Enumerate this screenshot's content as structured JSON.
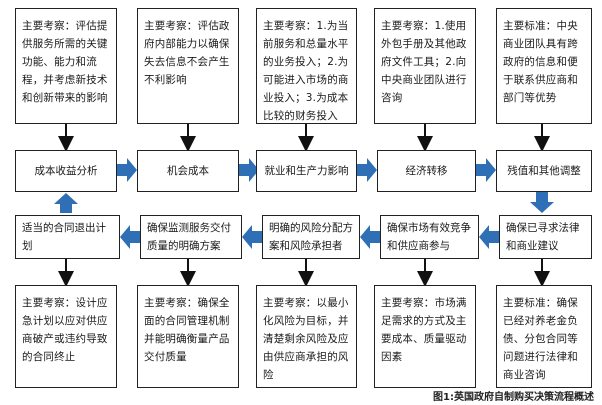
{
  "colors": {
    "arrow_blue": "#2f6fb5",
    "arrow_black": "#111111"
  },
  "top_descriptions": [
    "主要考察：评估提供服务所需的关键功能、能力和流程，并考虑新技术和创新带来的影响",
    "主要考察：评估政府内部能力以确保失去信息不会产生不利影响",
    "主要考察：1.为当前服务和总量水平的业务投入；2.为可能进入市场的商业投入；3.为成本比较的财务投入",
    "主要考察：1.使用外包手册及其他政府文件工具；2.向中央商业团队进行咨询",
    "主要标准：中央商业团队具有跨政府的信息和便于联系供应商和部门等优势"
  ],
  "process_row": [
    "成本收益分析",
    "机会成本",
    "就业和生产力影响",
    "经济转移",
    "残值和其他调整"
  ],
  "return_row": [
    "适当的合同退出计划",
    "确保监测服务交付质量的明确方案",
    "明确的风险分配方案和风险承担者",
    "确保市场有效竞争和供应商参与",
    "确保已寻求法律和商业建议"
  ],
  "bottom_descriptions": [
    "主要考察：设计应急计划以应对供应商破产或违约导致的合同终止",
    "主要考察：确保全面的合同管理机制并能明确衡量产品交付质量",
    "主要考察：以最小化风险为目标，并清楚剩余风险及应由供应商承担的风险",
    "主要考察：市场满足需求的方式及主要成本、质量驱动因素",
    "主要标准：确保已经对养老金负债、分包合同等问题进行法律和商业咨询"
  ],
  "caption": "图1:英国政府自制购买决策流程概述"
}
